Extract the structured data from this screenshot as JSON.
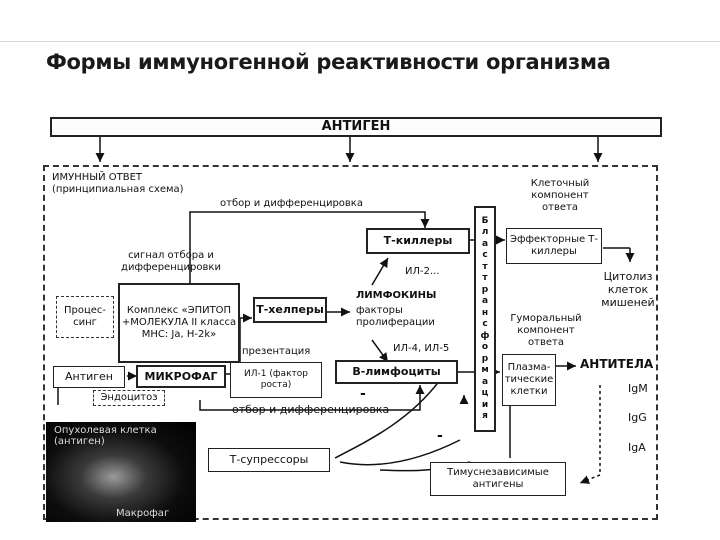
{
  "title": "Формы иммуногенной реактивности организма",
  "antigen_top": "АНТИГЕН",
  "immune_title": "ИМУННЫЙ ОТВЕТ",
  "immune_sub": "(принципиальная схема)",
  "selection_top": "отбор и дифференцировка",
  "signal": "сигнал отбора и дифференцировки",
  "processing": "Процес-синг",
  "complex": "Комплекс «ЭПИТОП +МОЛЕКУЛА II класса МНС: Ja, H-2k»",
  "t_helpers": "Т-хелперы",
  "t_killers": "Т-киллеры",
  "il2": "ИЛ-2...",
  "lymphokines": "ЛИМФОКИНЫ",
  "prolif": "факторы пролиферации",
  "il45": "ИЛ-4, ИЛ-5",
  "b_lymph": "В-лимфоциты",
  "presentation": "презентация",
  "il1": "ИЛ-1 (фактор роста)",
  "selection_bottom": "отбор и дифференцировка",
  "antigen_box": "Антиген",
  "macrophage": "МИКРОФАГ",
  "endocytosis": "Эндоцитоз",
  "t_suppressors": "Т-супрессоры",
  "minus1": "-",
  "minus2": "-",
  "blast_letters": [
    "Б",
    "л",
    "а",
    "с",
    "т",
    "т",
    "р",
    "а",
    "н",
    "с",
    "ф",
    "о",
    "р",
    "м",
    "а",
    "ц",
    "и",
    "я"
  ],
  "cell_component": "Клеточный компонент ответа",
  "effector_killers": "Эффекторные Т-киллеры",
  "cytolysis": "Цитолиз клеток мишеней",
  "humoral": "Гуморальный компонент ответа",
  "plasma": "Плазма-тические клетки",
  "antibodies": "АНТИТЕЛА",
  "igm": "IgM",
  "igg": "IgG",
  "iga": "IgA",
  "thymus_indep": "Тимуснезависимые антигены",
  "photo_label": "Опухолевая клетка (антиген)",
  "photo_label2": "Макрофаг"
}
